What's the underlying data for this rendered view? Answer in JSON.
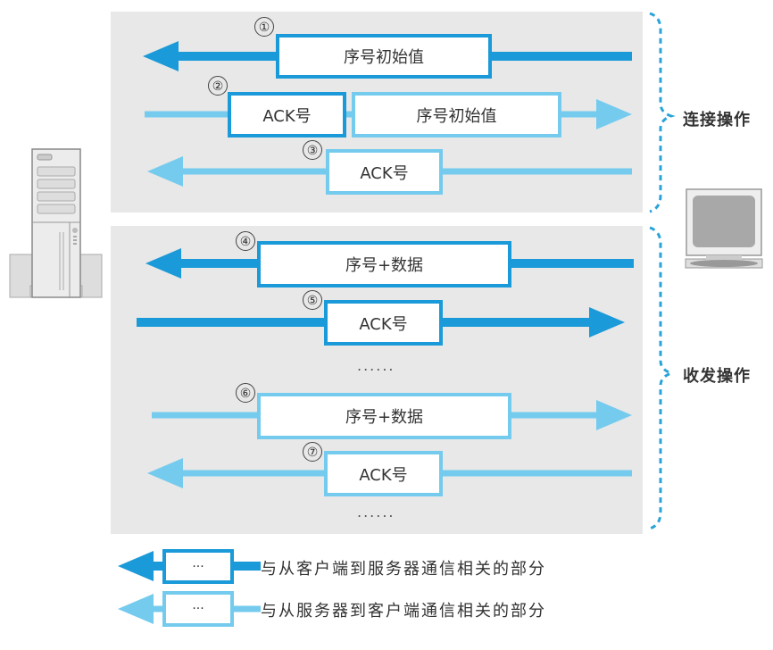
{
  "colors": {
    "client_to_server": "#1a9ad8",
    "server_to_client": "#74cbee",
    "panel_background": "#e8e8e8",
    "bracket": "#2aa3d9"
  },
  "devices": {
    "server": {
      "icon": "server-tower-icon"
    },
    "client": {
      "icon": "computer-monitor-icon"
    }
  },
  "sections": {
    "connect": {
      "label": "连接操作"
    },
    "transfer": {
      "label": "收发操作"
    }
  },
  "steps": [
    {
      "num": "①",
      "direction": "left",
      "stream": "client_to_server",
      "packets": [
        {
          "text": "序号初始值",
          "stream": "client_to_server"
        }
      ]
    },
    {
      "num": "②",
      "direction": "right",
      "stream": "server_to_client",
      "packets": [
        {
          "text": "ACK号",
          "stream": "client_to_server"
        },
        {
          "text": "序号初始值",
          "stream": "server_to_client"
        }
      ]
    },
    {
      "num": "③",
      "direction": "left",
      "stream": "server_to_client",
      "packets": [
        {
          "text": "ACK号",
          "stream": "server_to_client"
        }
      ]
    },
    {
      "num": "④",
      "direction": "left",
      "stream": "client_to_server",
      "packets": [
        {
          "text": "序号+数据",
          "stream": "client_to_server"
        }
      ]
    },
    {
      "num": "⑤",
      "direction": "right",
      "stream": "client_to_server",
      "packets": [
        {
          "text": "ACK号",
          "stream": "client_to_server"
        }
      ]
    },
    {
      "num": "⑥",
      "direction": "right",
      "stream": "server_to_client",
      "packets": [
        {
          "text": "序号+数据",
          "stream": "server_to_client"
        }
      ]
    },
    {
      "num": "⑦",
      "direction": "left",
      "stream": "server_to_client",
      "packets": [
        {
          "text": "ACK号",
          "stream": "server_to_client"
        }
      ]
    }
  ],
  "ellipsis": [
    "......",
    "......"
  ],
  "legend": [
    {
      "box_text": "···",
      "stream": "client_to_server",
      "text": "与从客户端到服务器通信相关的部分"
    },
    {
      "box_text": "···",
      "stream": "server_to_client",
      "text": "与从服务器到客户端通信相关的部分"
    }
  ]
}
